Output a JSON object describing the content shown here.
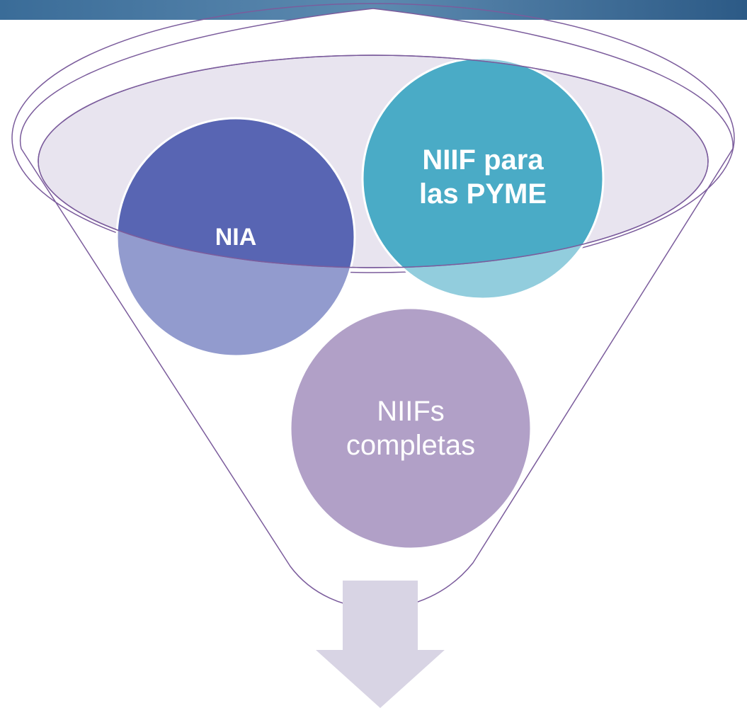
{
  "diagram": {
    "circles": [
      {
        "id": "nia",
        "label": "NIA",
        "weight": "bold",
        "color": "#5865b3"
      },
      {
        "id": "niif-pyme",
        "label": "NIIF para las PYME",
        "label_lines": [
          "NIIF para",
          "las PYME"
        ],
        "weight": "bold",
        "color": "#4aabc6"
      },
      {
        "id": "niifs-completas",
        "label": "NIIFs completas",
        "label_lines": [
          "NIIFs",
          "completas"
        ],
        "weight": "normal",
        "color": "#b1a0c7"
      }
    ],
    "colors": {
      "header_band": "#2f5f8a",
      "funnel_stroke": "#7b5c9c",
      "funnel_top_fill": "#e4dfec",
      "arrow_fill": "#d8d4e4"
    }
  }
}
